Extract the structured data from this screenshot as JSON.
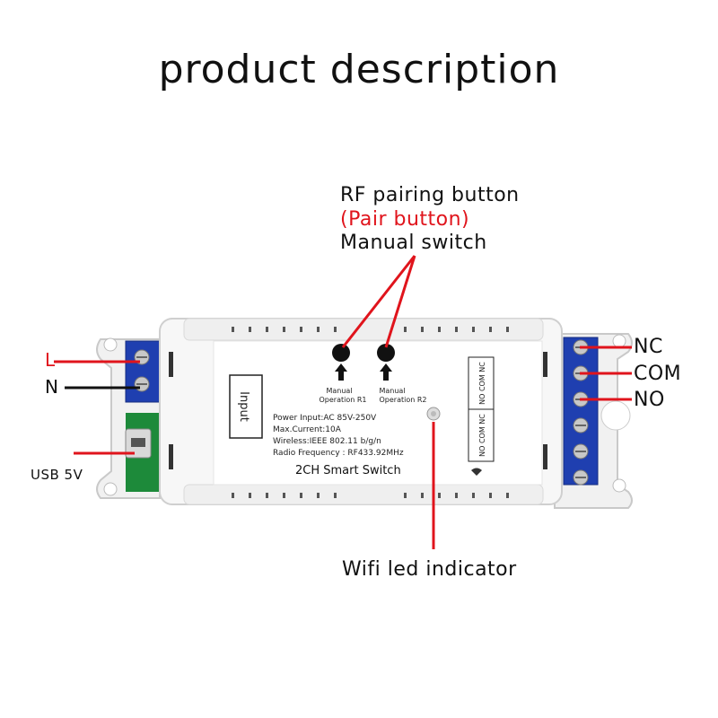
{
  "title": "product description",
  "callouts": {
    "rf_pairing": "RF pairing button",
    "pair_button": "(Pair button)",
    "manual_switch": "Manual switch",
    "wifi_led": "Wifi led indicator",
    "usb": "USB 5V"
  },
  "terminals_left": {
    "L": "L",
    "N": "N"
  },
  "terminals_right": {
    "NC": "NC",
    "COM": "COM",
    "NO": "NO"
  },
  "device": {
    "input_label": "Input",
    "btn1_line1": "Manual",
    "btn1_line2": "Operation R1",
    "btn2_line1": "Manual",
    "btn2_line2": "Operation R2",
    "spec_power": "Power Input:AC 85V-250V",
    "spec_current": "Max.Current:10A",
    "spec_wireless": "Wireless:IEEE  802.11 b/g/n",
    "spec_radio": "Radio Frequency : RF433.92MHz",
    "name": "2CH Smart Switch",
    "relay_label_1": "NO COM NC",
    "relay_label_2": "NO COM NC"
  },
  "colors": {
    "accent": "#e0141c",
    "terminal": "#1f3fb0",
    "pcb": "#1d8a3a"
  }
}
